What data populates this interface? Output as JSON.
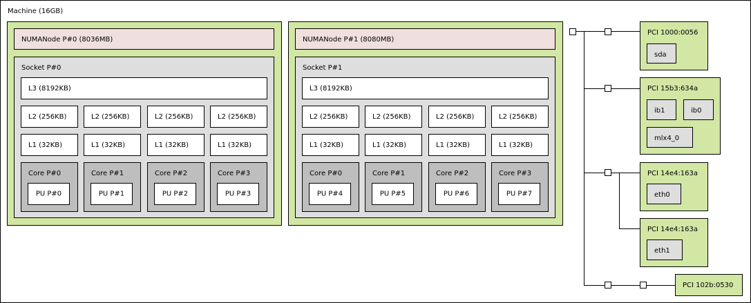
{
  "machine": {
    "label": "Machine (16GB)"
  },
  "numa_nodes": [
    {
      "label": "NUMANode P#0 (8036MB)",
      "socket": "Socket P#0",
      "l3": "L3 (8192KB)",
      "l2": [
        "L2 (256KB)",
        "L2 (256KB)",
        "L2 (256KB)",
        "L2 (256KB)"
      ],
      "l1": [
        "L1 (32KB)",
        "L1 (32KB)",
        "L1 (32KB)",
        "L1 (32KB)"
      ],
      "cores": [
        {
          "label": "Core P#0",
          "pu": "PU P#0"
        },
        {
          "label": "Core P#1",
          "pu": "PU P#1"
        },
        {
          "label": "Core P#2",
          "pu": "PU P#2"
        },
        {
          "label": "Core P#3",
          "pu": "PU P#3"
        }
      ]
    },
    {
      "label": "NUMANode P#1 (8080MB)",
      "socket": "Socket P#1",
      "l3": "L3 (8192KB)",
      "l2": [
        "L2 (256KB)",
        "L2 (256KB)",
        "L2 (256KB)",
        "L2 (256KB)"
      ],
      "l1": [
        "L1 (32KB)",
        "L1 (32KB)",
        "L1 (32KB)",
        "L1 (32KB)"
      ],
      "cores": [
        {
          "label": "Core P#0",
          "pu": "PU P#4"
        },
        {
          "label": "Core P#1",
          "pu": "PU P#5"
        },
        {
          "label": "Core P#2",
          "pu": "PU P#6"
        },
        {
          "label": "Core P#3",
          "pu": "PU P#7"
        }
      ]
    }
  ],
  "pci_devices": [
    {
      "label": "PCI 1000:0056",
      "children": [
        "sda"
      ]
    },
    {
      "label": "PCI 15b3:634a",
      "children": [
        "ib1",
        "ib0",
        "mlx4_0"
      ]
    },
    {
      "label": "PCI 14e4:163a",
      "children": [
        "eth0"
      ]
    },
    {
      "label": "PCI 14e4:163a",
      "children": [
        "eth1"
      ]
    },
    {
      "label": "PCI 102b:0530",
      "children": []
    }
  ]
}
